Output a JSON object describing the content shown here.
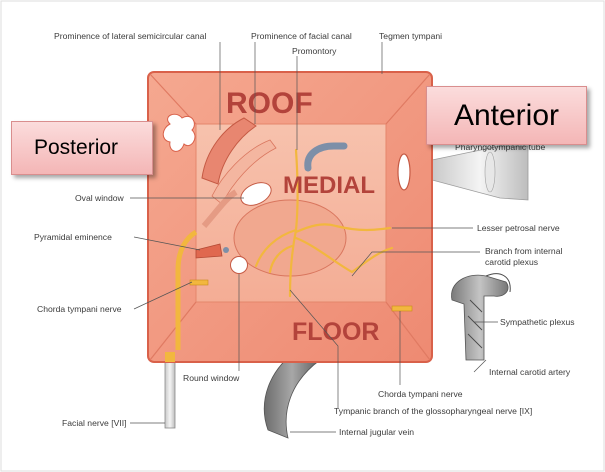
{
  "diagram": {
    "orientation_labels": {
      "roof": "ROOF",
      "medial": "MEDIAL",
      "floor": "FLOOR",
      "posterior": "Posterior",
      "anterior": "Anterior"
    },
    "structure_labels": {
      "prominence_lateral_semicircular_canal": "Prominence of lateral semicircular canal",
      "prominence_facial_canal": "Prominence of facial canal",
      "promontory": "Promontory",
      "tegmen_tympani": "Tegmen tympani",
      "pharyngotympanic_tube": "Pharyngotympanic tube",
      "oval_window": "Oval window",
      "pyramidal_eminence": "Pyramidal eminence",
      "lesser_petrosal_nerve": "Lesser petrosal nerve",
      "branch_internal_carotid_line1": "Branch from internal",
      "branch_internal_carotid_line2": "carotid plexus",
      "chorda_tympani_nerve_left": "Chorda tympani nerve",
      "sympathetic_plexus": "Sympathetic plexus",
      "round_window": "Round window",
      "internal_carotid_artery": "Internal carotid artery",
      "chorda_tympani_nerve_bottom": "Chorda tympani nerve",
      "facial_nerve": "Facial nerve [VII]",
      "tympanic_branch_glossopharyngeal": "Tympanic branch of the glossopharyngeal nerve [IX]",
      "internal_jugular_vein": "Internal jugular vein"
    },
    "colors": {
      "box_fill": "#f29a84",
      "box_edge": "#d9614a",
      "inner_wall": "#f6b7a1",
      "promontory": "#f1a88f",
      "nerve": "#f2b73e",
      "orientation_text": "#b3433b"
    }
  }
}
